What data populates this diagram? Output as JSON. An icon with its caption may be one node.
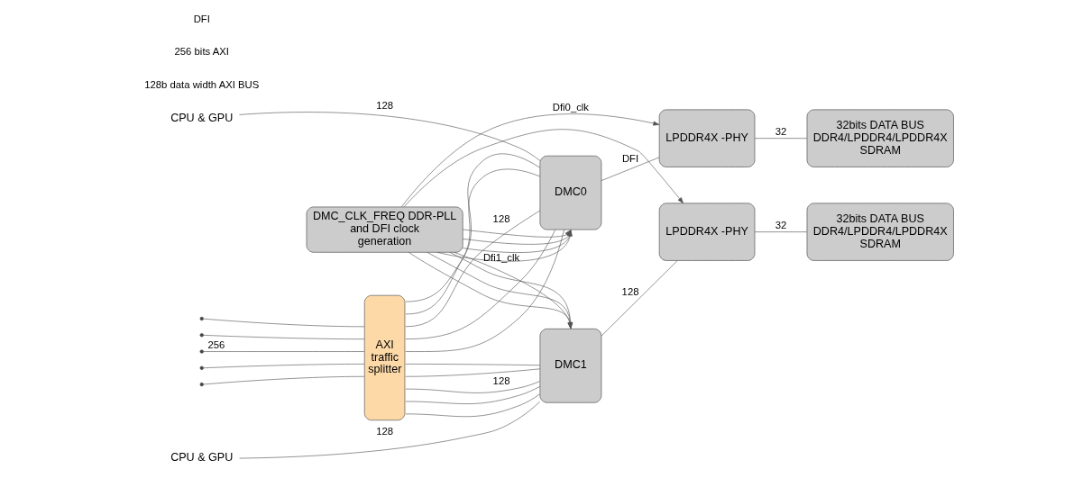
{
  "diagram": {
    "nodes": [
      {
        "text": [
          "AXI traffic splitter"
        ]
      },
      {
        "text": [
          "DMC0"
        ]
      },
      {
        "text": [
          "LPDDR4X -PHY"
        ]
      },
      {
        "text": [
          "32bits DATA BUS DDR4/LPDDR4/LPDDR4X SDRAM"
        ]
      },
      {
        "text": [
          "DMC_CLK_FREQ DDR-PLL and DFI clock generation"
        ]
      },
      {
        "text": [
          "DMC1"
        ]
      },
      {
        "text": [
          "LPDDR4X -PHY"
        ]
      },
      {
        "text": [
          "32bits DATA BUS DDR4/LPDDR4/LPDDR4X SDRAM"
        ]
      },
      {
        "text": [
          "CPU & GPU"
        ]
      },
      {
        "text": [
          "CPU & GPU"
        ]
      }
    ],
    "edges": [
      {
        "from": 8,
        "to": 1,
        "arrow": "none",
        "label": "128"
      },
      {
        "from": 0,
        "to": 1,
        "arrow": "none"
      },
      {
        "from": 0,
        "to": 1,
        "arrow": "none"
      },
      {
        "from": 0,
        "to": 1,
        "arrow": "none",
        "label": "128"
      },
      {
        "from": 0,
        "to": 1,
        "arrow": "none"
      },
      {
        "from": 0,
        "to": 1,
        "arrow": "none"
      },
      {
        "from": 1,
        "to": 2,
        "arrow": "none",
        "label": "DFI"
      },
      {
        "from": 2,
        "to": 3,
        "arrow": "none",
        "label": "32"
      },
      {
        "from": null,
        "to": 0,
        "arrow": "none"
      },
      {
        "from": null,
        "to": 0,
        "arrow": "none"
      },
      {
        "from": null,
        "to": 0,
        "arrow": "none",
        "label": "256"
      },
      {
        "from": null,
        "to": 0,
        "arrow": "none"
      },
      {
        "from": null,
        "to": 0,
        "arrow": "none"
      },
      {
        "from": 4,
        "to": 1,
        "arrow": "to"
      },
      {
        "from": 4,
        "to": 1,
        "arrow": "to"
      },
      {
        "from": 4,
        "to": 1,
        "arrow": "to"
      },
      {
        "from": 4,
        "to": 1,
        "arrow": "to"
      },
      {
        "from": 4,
        "to": 2,
        "arrow": "to",
        "label": "Dfi0_clk"
      },
      {
        "from": 4,
        "to": 5,
        "arrow": "to"
      },
      {
        "from": 4,
        "to": 5,
        "arrow": "to"
      },
      {
        "from": 4,
        "to": 5,
        "arrow": "to"
      },
      {
        "from": 4,
        "to": 5,
        "arrow": "to",
        "label": "Dfi1_clk"
      },
      {
        "from": 4,
        "to": 6,
        "arrow": "to"
      },
      {
        "from": 0,
        "to": 5,
        "arrow": "none"
      },
      {
        "from": 0,
        "to": 5,
        "arrow": "none"
      },
      {
        "from": 0,
        "to": 5,
        "arrow": "none",
        "label": "128"
      },
      {
        "from": 0,
        "to": 5,
        "arrow": "none"
      },
      {
        "from": 0,
        "to": 5,
        "arrow": "none"
      },
      {
        "from": 5,
        "to": 6,
        "arrow": "none",
        "label": "128"
      },
      {
        "from": 6,
        "to": 7,
        "arrow": "none",
        "label": "32"
      },
      {
        "from": 9,
        "to": 5,
        "arrow": "none",
        "label": "128"
      }
    ],
    "labels": [
      "128b data width AXI BUS",
      "256 bits AXI",
      "DFI"
    ]
  }
}
